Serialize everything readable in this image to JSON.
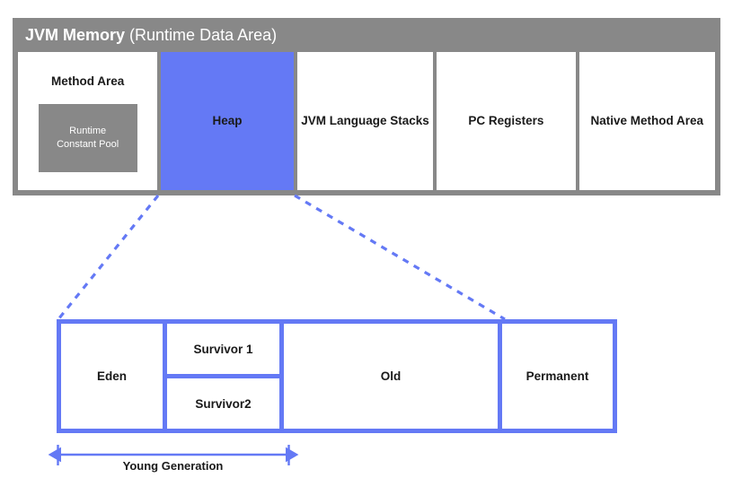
{
  "jvm_memory": {
    "header": {
      "title_strong": "JVM Memory",
      "title_rest": "(Runtime Data Area)"
    },
    "regions": [
      {
        "id": "method-area",
        "label": "Method Area",
        "nested": {
          "label": "Runtime\nConstant Pool"
        }
      },
      {
        "id": "heap",
        "label": "Heap"
      },
      {
        "id": "jvm-language-stacks",
        "label": "JVM Language Stacks"
      },
      {
        "id": "pc-registers",
        "label": "PC Registers"
      },
      {
        "id": "native-method-area",
        "label": "Native Method Area"
      }
    ]
  },
  "heap_detail": {
    "regions": [
      {
        "id": "eden",
        "label": "Eden"
      },
      {
        "id": "survivor-1",
        "label": "Survivor 1"
      },
      {
        "id": "survivor-2",
        "label": "Survivor2"
      },
      {
        "id": "old",
        "label": "Old"
      },
      {
        "id": "permanent",
        "label": "Permanent"
      }
    ],
    "bracket": {
      "label": "Young Generation"
    }
  },
  "colors": {
    "gray": "#888888",
    "blue": "#6479f5",
    "white": "#ffffff",
    "text": "#1a1a1a"
  }
}
